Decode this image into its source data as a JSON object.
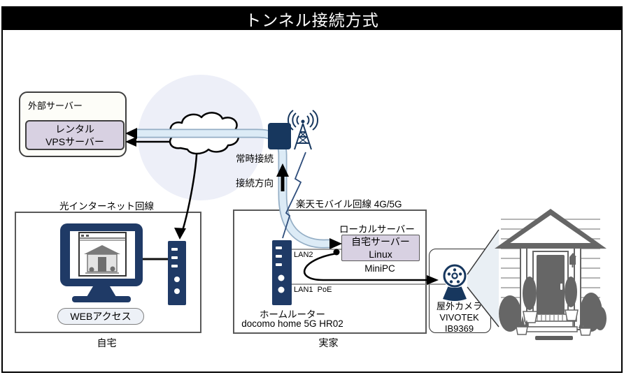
{
  "title": "トンネル接続方式",
  "external": {
    "box_label": "外部サーバー",
    "server_line1": "レンタル",
    "server_line2": "VPSサーバー"
  },
  "link": {
    "always_on": "常時接続",
    "direction": "接続方向",
    "mobile": "楽天モバイル回線 4G/5G"
  },
  "home": {
    "line": "光インターネット回線",
    "web_access": "WEBアクセス",
    "caption": "自宅"
  },
  "parents": {
    "local_server": "ローカルサーバー",
    "server_line1": "自宅サーバー",
    "server_line2": "Linux",
    "minipc": "MiniPC",
    "lan2": "LAN2",
    "lan1": "LAN1  PoE",
    "router_line1": "ホームルーター",
    "router_line2": "docomo home 5G HR02",
    "caption": "実家"
  },
  "camera": {
    "line1": "屋外カメラ",
    "line2": "VIVOTEK",
    "line3": "IB9369"
  },
  "colors": {
    "navy": "#17375e",
    "lavender": "#d8d1e2",
    "pipe_fill": "#dcebf6",
    "pipe_edge": "#94aec5",
    "halo_circle": "#edeff8",
    "house_gray": "#666666"
  }
}
